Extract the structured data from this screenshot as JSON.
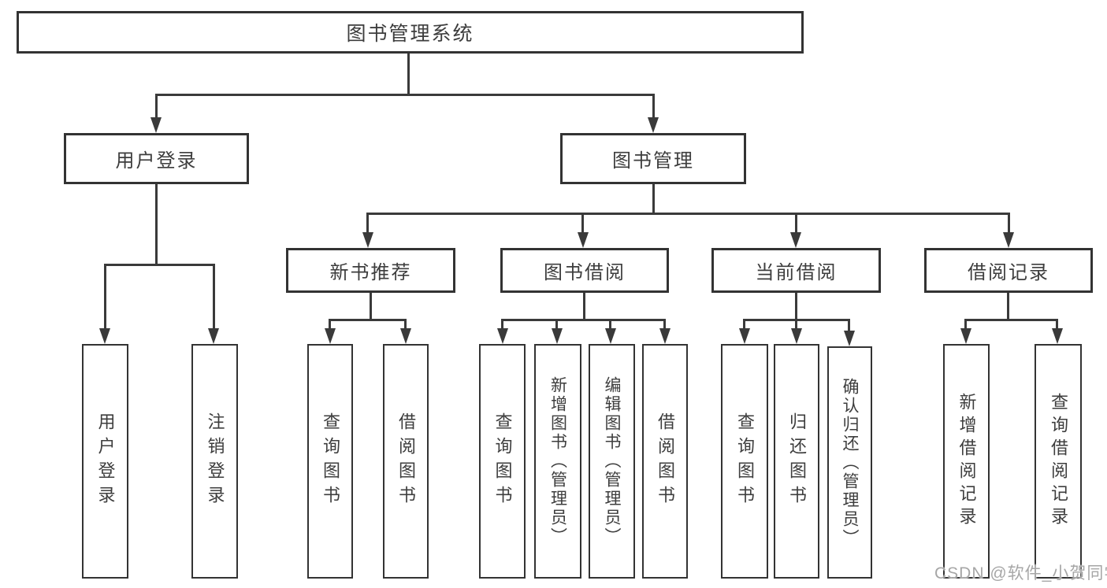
{
  "colors": {
    "background": "#ffffff",
    "line": "#3a3a3a",
    "box_border": "#333333",
    "text": "#3d3d3d",
    "watermark": "#999999"
  },
  "tree": {
    "root": "图书管理系统",
    "branches": [
      {
        "label": "用户登录",
        "children": [
          "用户登录",
          "注销登录"
        ]
      },
      {
        "label": "图书管理",
        "sections": [
          {
            "label": "新书推荐",
            "children": [
              "查询图书",
              "借阅图书"
            ]
          },
          {
            "label": "图书借阅",
            "children": [
              "查询图书",
              "新增图书（管理员）",
              "编辑图书（管理员）",
              "借阅图书"
            ]
          },
          {
            "label": "当前借阅",
            "children": [
              "查询图书",
              "归还图书",
              "确认归还（管理员）"
            ]
          },
          {
            "label": "借阅记录",
            "children": [
              "新增借阅记录",
              "查询借阅记录"
            ]
          }
        ]
      }
    ]
  },
  "watermark": "CSDN @软件_小贺同学"
}
